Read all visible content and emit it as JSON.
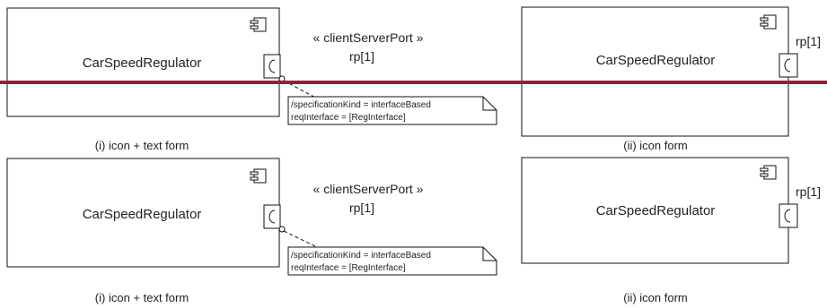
{
  "colors": {
    "stroke": "#111111",
    "text": "#222222",
    "accent_line": "#a4173a",
    "background": "#ffffff"
  },
  "top": {
    "left": {
      "component_name": "CarSpeedRegulator",
      "stereotype": "« clientServerPort »",
      "port_label": "rp[1]",
      "note_line1": "/specificationKind = interfaceBased",
      "note_line2": "reqInterface = [RegInterface]",
      "caption": "(i) icon + text form",
      "component_icon": "component-icon",
      "port_icon": "required-port-icon"
    },
    "right": {
      "component_name": "CarSpeedRegulator",
      "port_label": "rp[1]",
      "caption": "(ii) icon form",
      "component_icon": "component-icon",
      "port_icon": "required-port-icon"
    }
  },
  "bottom": {
    "left": {
      "component_name": "CarSpeedRegulator",
      "stereotype": "« clientServerPort »",
      "port_label": "rp[1]",
      "note_line1": "/specificationKind = interfaceBased",
      "note_line2": "reqInterface = [RegInterface]",
      "caption": "(i) icon + text form",
      "component_icon": "component-icon",
      "port_icon": "required-port-icon"
    },
    "right": {
      "component_name": "CarSpeedRegulator",
      "port_label": "rp[1]",
      "caption": "(ii) icon form",
      "component_icon": "component-icon",
      "port_icon": "required-port-icon"
    }
  }
}
